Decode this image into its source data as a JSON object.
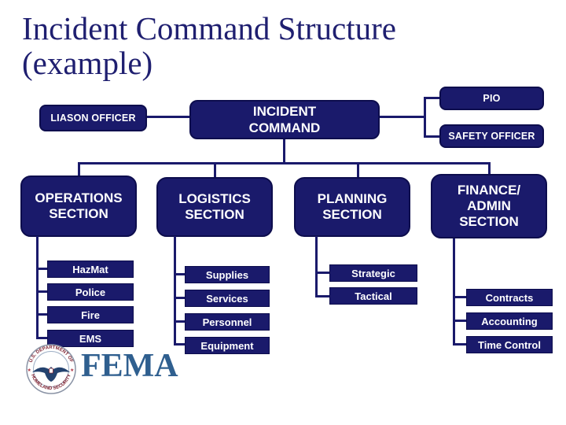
{
  "title": {
    "line1": "Incident Command Structure",
    "line2": "(example)"
  },
  "colors": {
    "box_navy": "#1A1A6B",
    "title_navy": "#1F1F70",
    "fema_blue": "#2F5F8F",
    "seal_red": "#7E2231",
    "background": "#FFFFFF"
  },
  "org": {
    "command": {
      "line1": "INCIDENT",
      "line2": "COMMAND"
    },
    "liaison": "LIASON OFFICER",
    "pio": "PIO",
    "safety": "SAFETY OFFICER",
    "sections": [
      {
        "line1": "OPERATIONS",
        "line2": "SECTION",
        "children": [
          "HazMat",
          "Police",
          "Fire",
          "EMS"
        ]
      },
      {
        "line1": "LOGISTICS",
        "line2": "SECTION",
        "children": [
          "Supplies",
          "Services",
          "Personnel",
          "Equipment"
        ]
      },
      {
        "line1": "PLANNING",
        "line2": "SECTION",
        "children": [
          "Strategic",
          "Tactical"
        ]
      },
      {
        "line1": "FINANCE/",
        "line2": "ADMIN",
        "line3": "SECTION",
        "children": [
          "Contracts",
          "Accounting",
          "Time Control"
        ]
      }
    ]
  },
  "footer": {
    "fema": "FEMA",
    "seal_arc_top": "U.S. DEPARTMENT OF",
    "seal_arc_bottom": "HOMELAND SECURITY",
    "seal_star": "★"
  }
}
